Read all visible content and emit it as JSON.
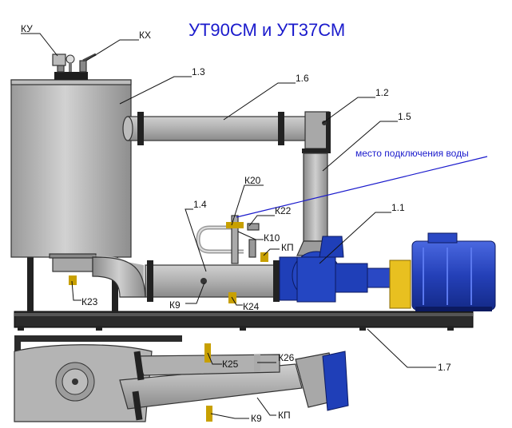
{
  "diagram": {
    "title": "УТ90СМ и УТ37СМ",
    "water_note": "место подключения воды",
    "labels": {
      "ku": "КУ",
      "kx": "КХ",
      "n13": "1.3",
      "n16": "1.6",
      "n12": "1.2",
      "n15": "1.5",
      "n14": "1.4",
      "n11": "1.1",
      "n17": "1.7",
      "k20": "К20",
      "k22": "К22",
      "k10": "К10",
      "kp_top": "КП",
      "k23": "К23",
      "k9_top": "К9",
      "k24": "К24",
      "k25": "К25",
      "k26": "К26",
      "k9_bottom": "К9",
      "kp_bottom": "КП"
    },
    "colors": {
      "metal": "#b8b8b8",
      "metal_dark": "#8c8c8c",
      "frame": "#222222",
      "pump": "#1f3fb8",
      "motor": "#2a48c4",
      "coupling": "#e8c020",
      "accent": "#1a1acc"
    }
  }
}
